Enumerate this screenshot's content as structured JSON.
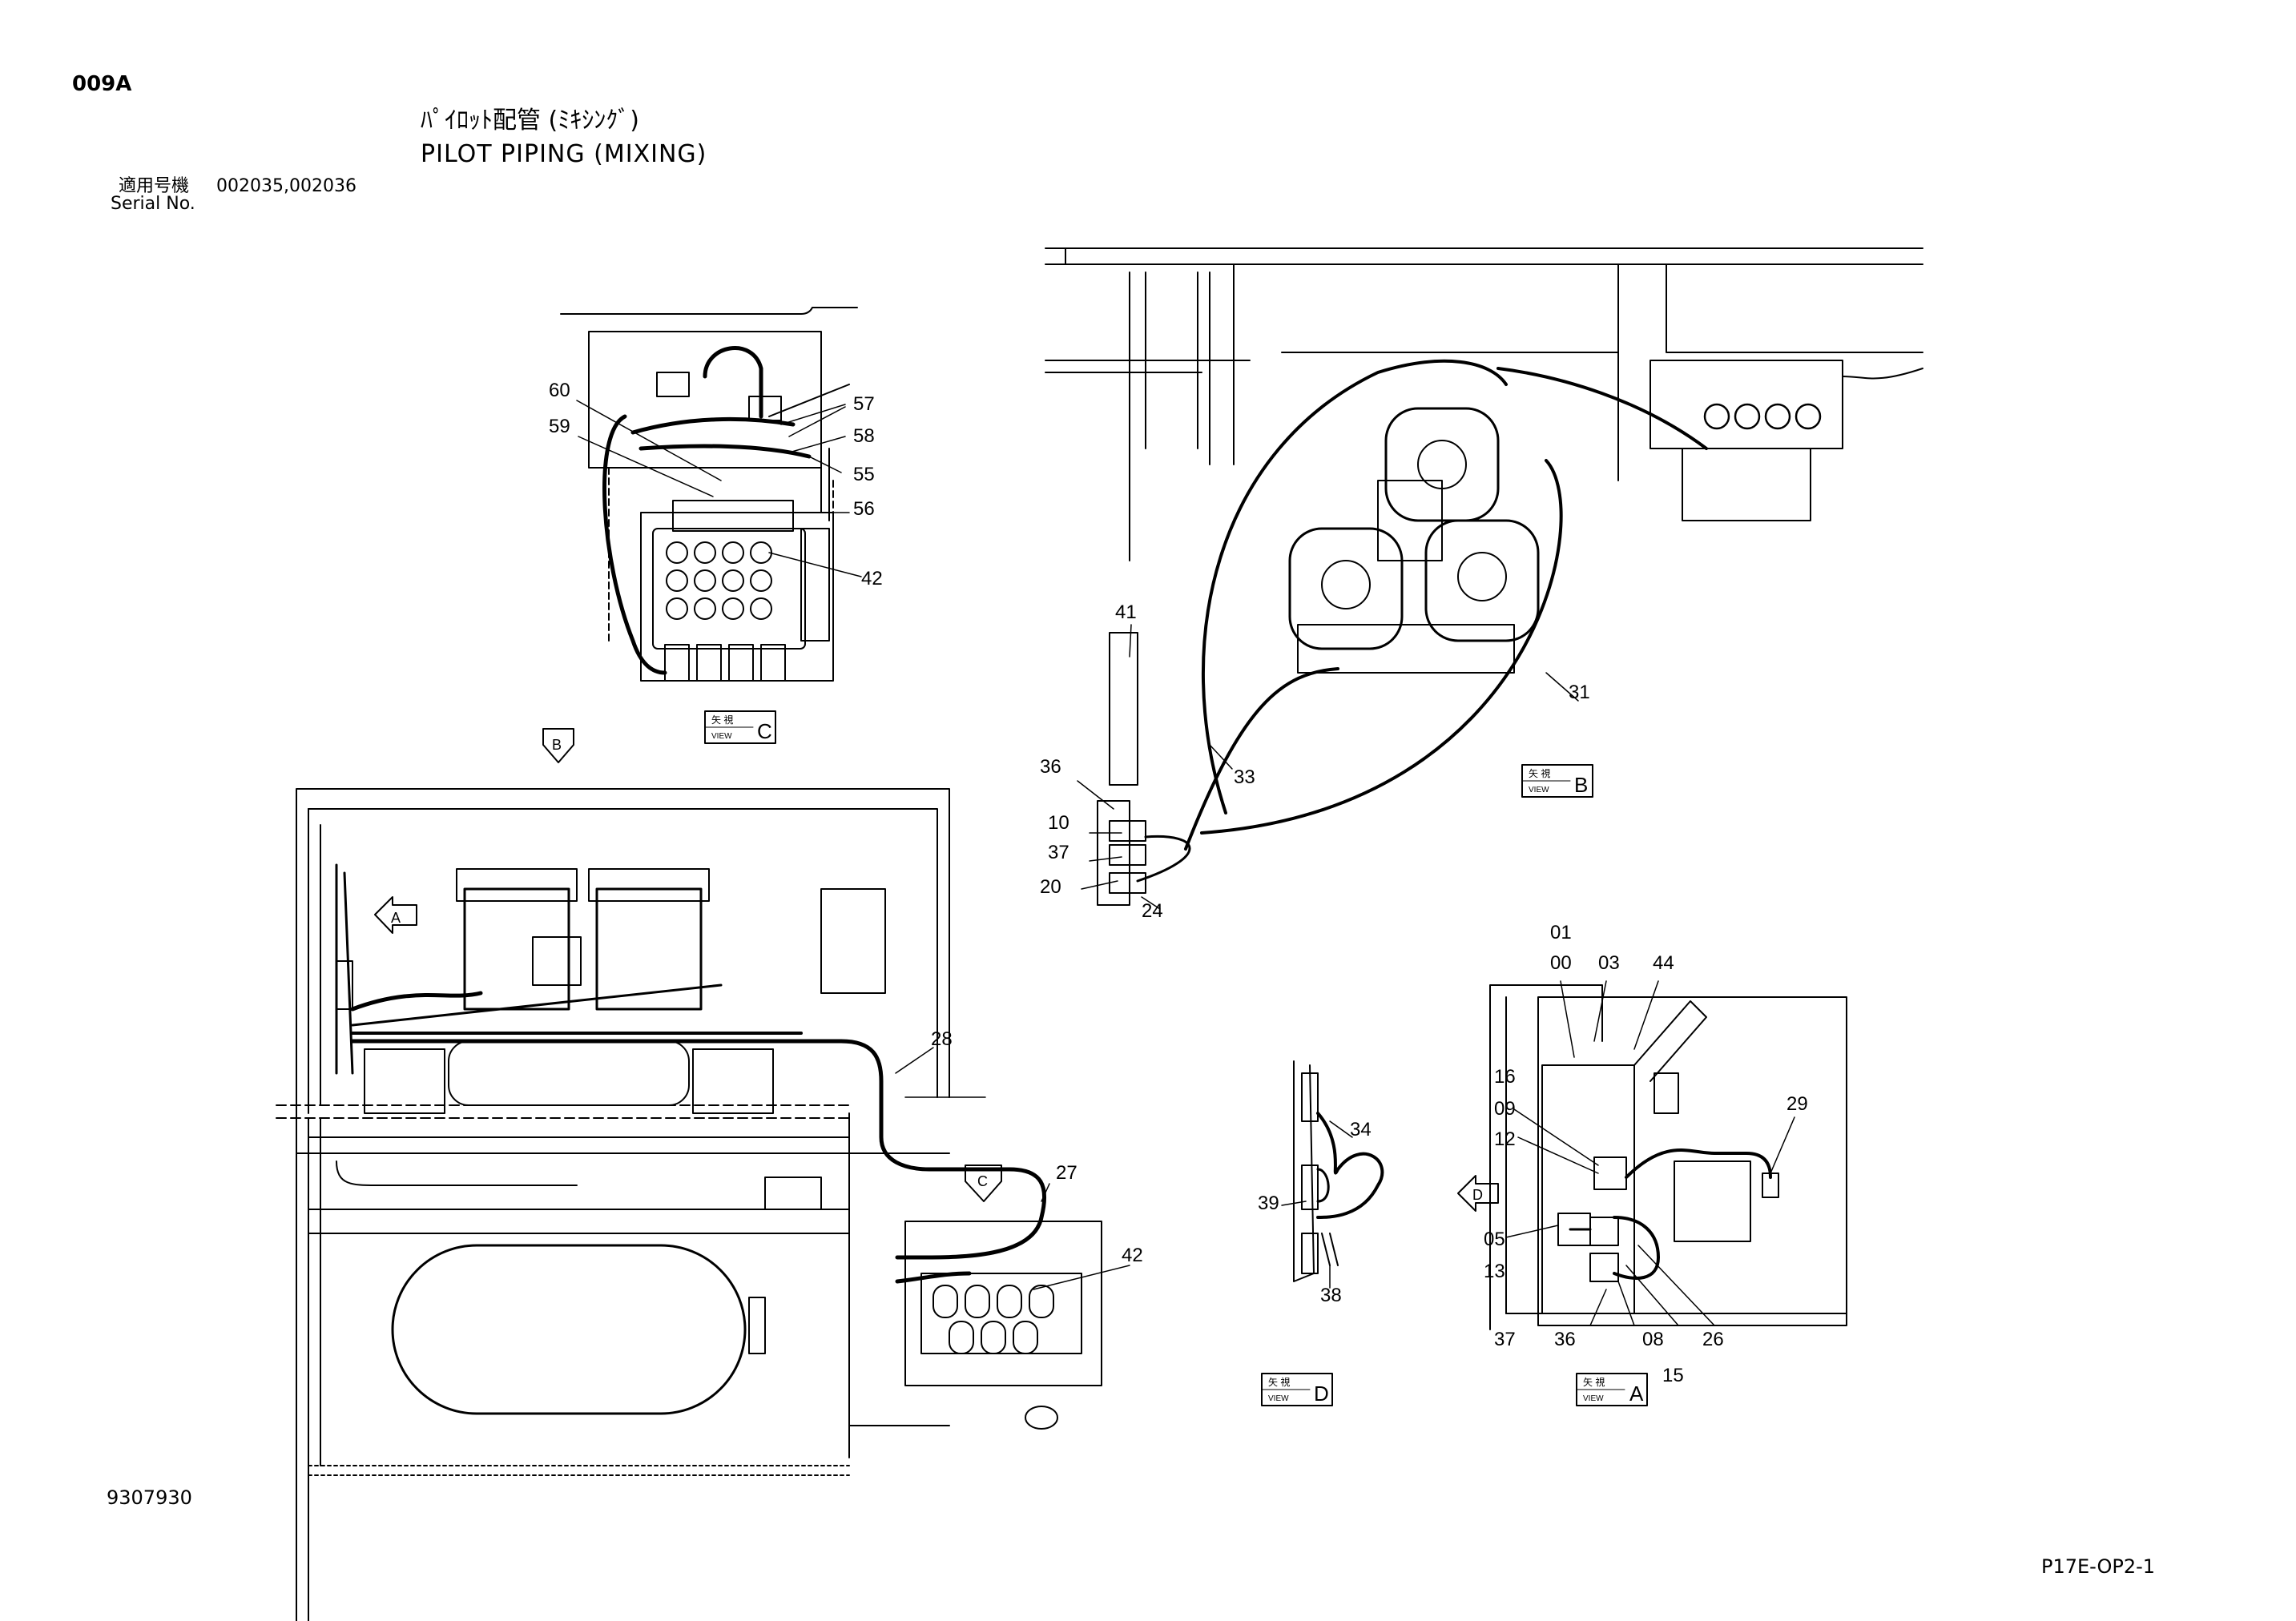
{
  "header": {
    "page_code": "009A",
    "title_jp": "ﾊﾟｲﾛｯﾄ配管 (ﾐｷｼﾝｸﾞ)",
    "title_en": "PILOT PIPING (MIXING)",
    "serial_label_jp": "適用号機",
    "serial_label_en": "Serial No.",
    "serial_numbers": "002035,002036"
  },
  "footer": {
    "drawing_number": "9307930",
    "page_reference": "P17E-OP2-1"
  },
  "views": {
    "view_c": {
      "kanji": "矢 視",
      "view": "VIEW",
      "letter": "C"
    },
    "view_b": {
      "kanji": "矢 視",
      "view": "VIEW",
      "letter": "B"
    },
    "view_d": {
      "kanji": "矢 視",
      "view": "VIEW",
      "letter": "D"
    },
    "view_a": {
      "kanji": "矢 視",
      "view": "VIEW",
      "letter": "A"
    }
  },
  "view_arrows": {
    "b": "B",
    "a": "A",
    "c": "C",
    "d": "D"
  },
  "callouts": {
    "c60": "60",
    "c59": "59",
    "c57": "57",
    "c58": "58",
    "c55": "55",
    "c56": "56",
    "c42a": "42",
    "c41": "41",
    "c36a": "36",
    "c10": "10",
    "c37a": "37",
    "c20": "20",
    "c24": "24",
    "c33": "33",
    "c31": "31",
    "c28": "28",
    "c27": "27",
    "c42b": "42",
    "c34": "34",
    "c39": "39",
    "c38": "38",
    "c01": "01",
    "c00": "00",
    "c03": "03",
    "c44": "44",
    "c16": "16",
    "c09": "09",
    "c12": "12",
    "c05": "05",
    "c13": "13",
    "c29": "29",
    "c37b": "37",
    "c36b": "36",
    "c08": "08",
    "c15": "15",
    "c26": "26"
  }
}
